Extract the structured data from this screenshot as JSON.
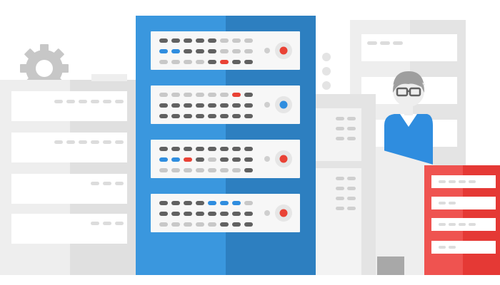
{
  "colors": {
    "background": "#ffffff",
    "rack_blue": "#3a97de",
    "rack_blue_shade": "#2d7fc0",
    "cabinet_red": "#ef5350",
    "cabinet_red_shade": "#e53935",
    "light_gray": "#eeeeee",
    "mid_gray": "#dcdcdc",
    "dark_gray": "#bdbdbd",
    "led_dark": "#616161",
    "led_light": "#c8c8c8",
    "led_blue": "#2f8ddf",
    "led_red": "#e94235",
    "person_shirt": "#2f8ddf",
    "floor_gray": "#9e9e9e"
  },
  "icons": {
    "gear": "gear-icon",
    "person": "technician-icon",
    "power_button": "power-button-icon"
  },
  "server_units": [
    {
      "indicator_rows": [
        [
          "dark",
          "dark",
          "dark",
          "dark",
          "dark",
          "light",
          "light",
          "light"
        ],
        [
          "blue",
          "blue",
          "dark",
          "dark",
          "dark",
          "light",
          "light",
          "light"
        ],
        [
          "light",
          "light",
          "light",
          "light",
          "dark",
          "red",
          "dark",
          "dark"
        ]
      ],
      "status_light": "red"
    },
    {
      "indicator_rows": [
        [
          "light",
          "light",
          "light",
          "light",
          "light",
          "light",
          "red",
          "dark"
        ],
        [
          "dark",
          "dark",
          "dark",
          "dark",
          "dark",
          "dark",
          "dark",
          "dark"
        ],
        [
          "dark",
          "dark",
          "dark",
          "dark",
          "dark",
          "dark",
          "dark",
          "dark"
        ]
      ],
      "status_light": "blue"
    },
    {
      "indicator_rows": [
        [
          "dark",
          "dark",
          "dark",
          "dark",
          "dark",
          "dark",
          "dark",
          "dark"
        ],
        [
          "blue",
          "blue",
          "red",
          "dark",
          "light",
          "dark",
          "dark",
          "dark"
        ],
        [
          "light",
          "light",
          "light",
          "light",
          "light",
          "light",
          "light",
          "dark"
        ]
      ],
      "status_light": "red"
    },
    {
      "indicator_rows": [
        [
          "dark",
          "dark",
          "dark",
          "dark",
          "blue",
          "blue",
          "blue",
          "light"
        ],
        [
          "dark",
          "dark",
          "dark",
          "dark",
          "dark",
          "dark",
          "dark",
          "dark"
        ],
        [
          "light",
          "light",
          "light",
          "light",
          "light",
          "dark",
          "dark",
          "dark"
        ]
      ],
      "status_light": "red"
    }
  ]
}
